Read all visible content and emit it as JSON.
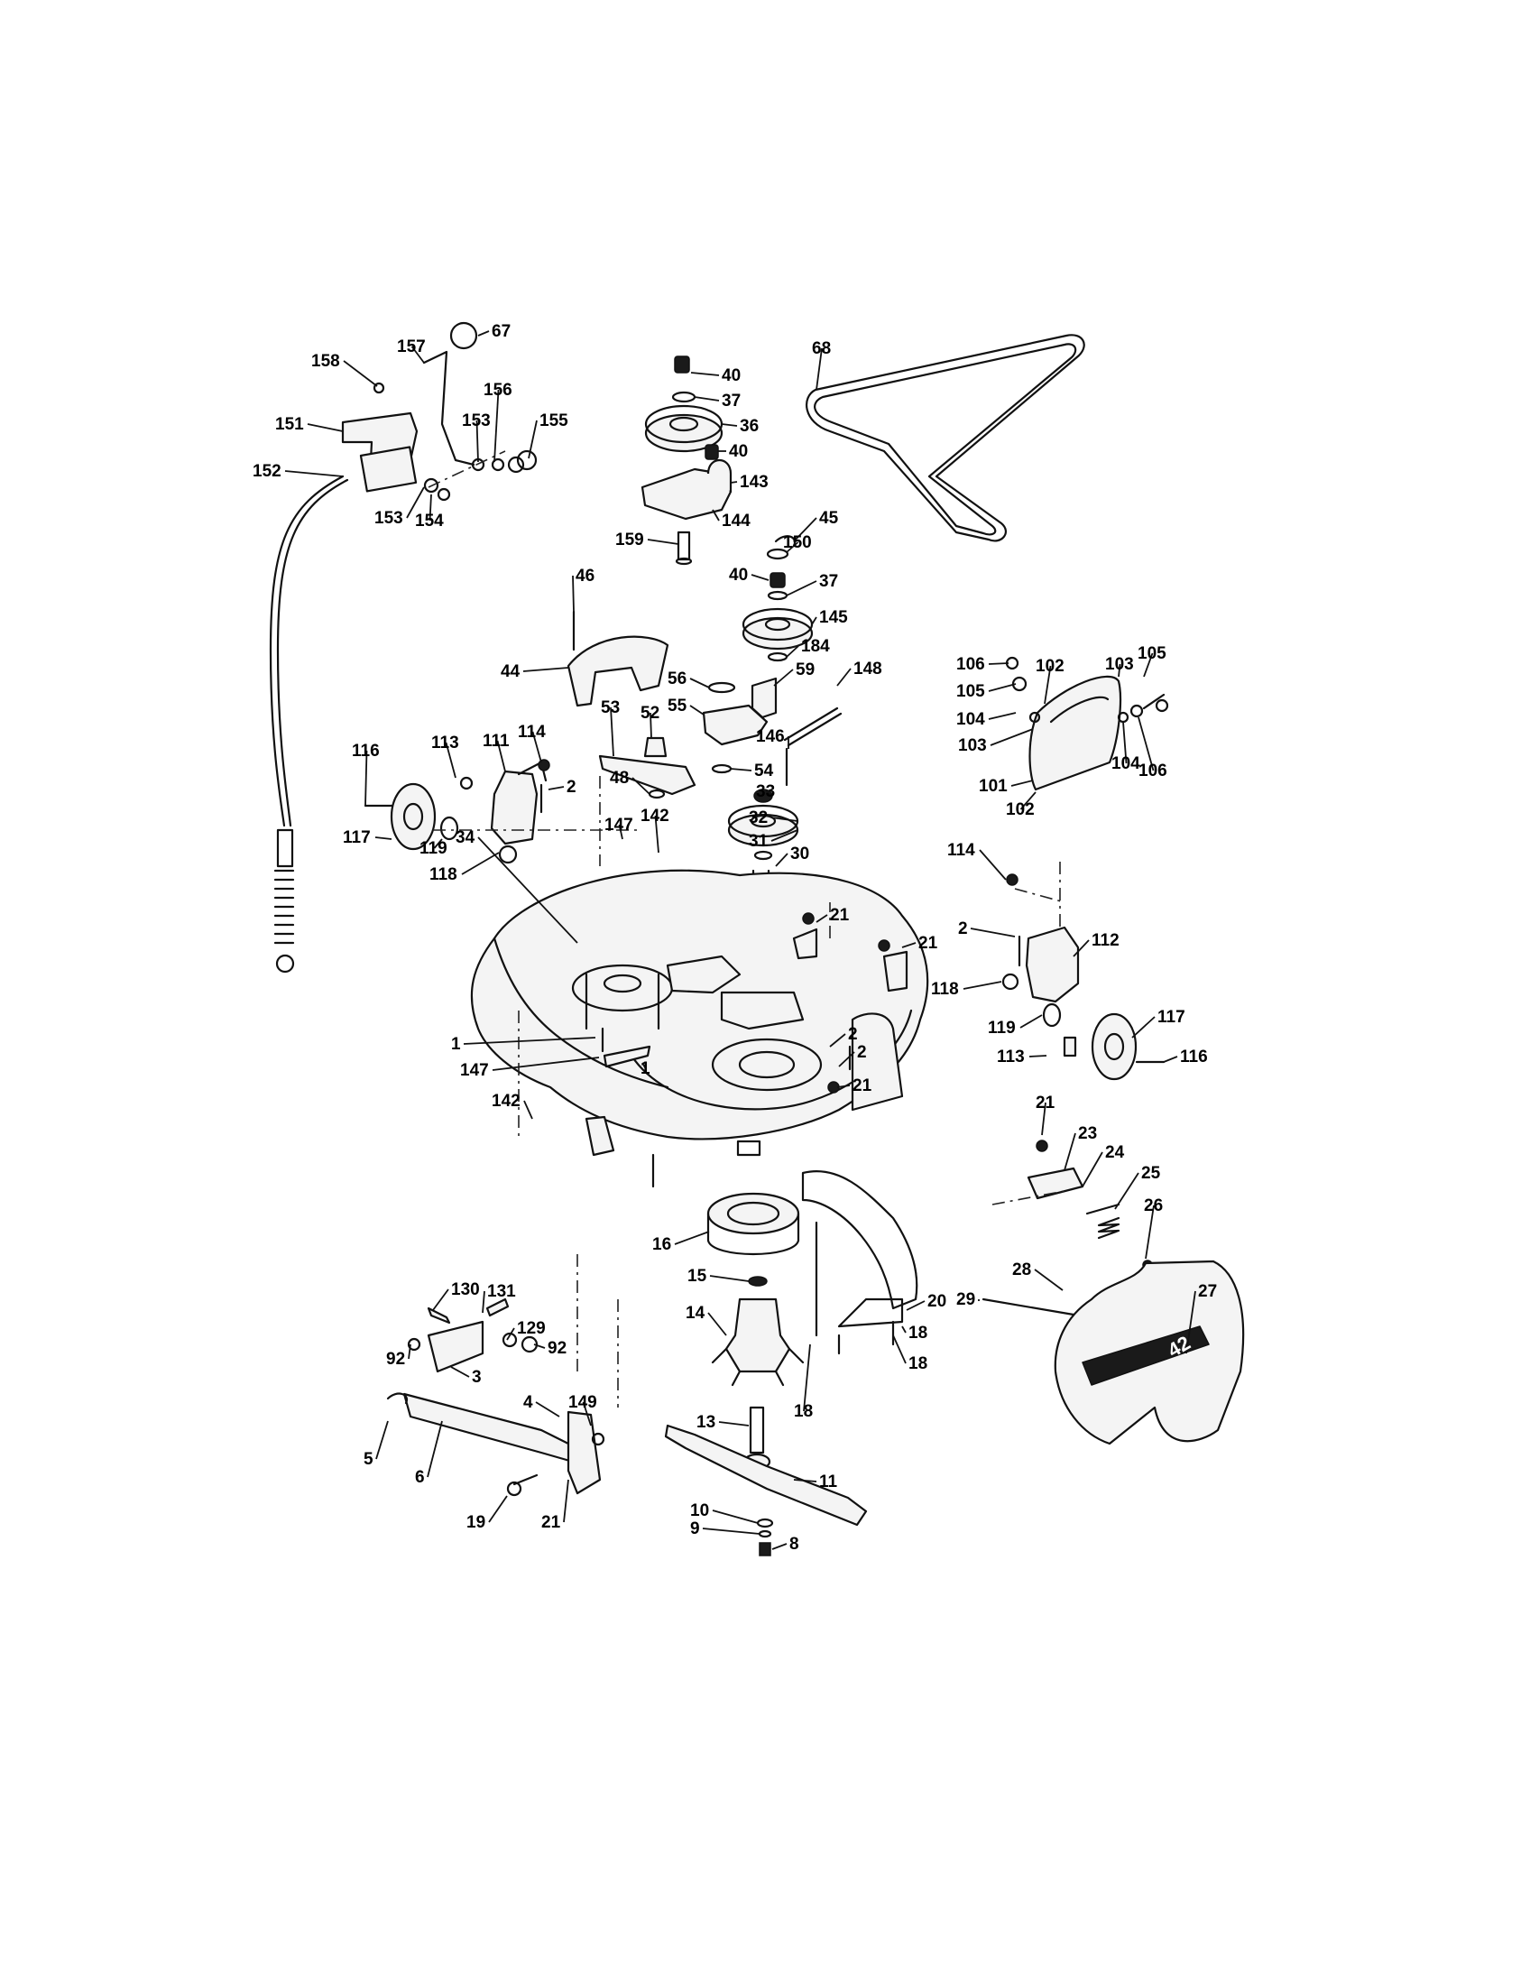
{
  "callouts": [
    "67",
    "157",
    "158",
    "151",
    "152",
    "153",
    "154",
    "156",
    "153",
    "155",
    "40",
    "37",
    "36",
    "40",
    "143",
    "144",
    "159",
    "68",
    "45",
    "150",
    "40",
    "37",
    "145",
    "184",
    "59",
    "148",
    "56",
    "55",
    "146",
    "54",
    "33",
    "32",
    "31",
    "30",
    "46",
    "44",
    "53",
    "52",
    "48",
    "116",
    "113",
    "111",
    "114",
    "2",
    "117",
    "119",
    "118",
    "147",
    "142",
    "106",
    "105",
    "102",
    "103",
    "105",
    "104",
    "103",
    "104",
    "106",
    "101",
    "102",
    "34",
    "1",
    "147",
    "1",
    "142",
    "21",
    "21",
    "2",
    "21",
    "2",
    "114",
    "2",
    "112",
    "118",
    "119",
    "117",
    "113",
    "116",
    "16",
    "15",
    "14",
    "13",
    "11",
    "10",
    "9",
    "8",
    "18",
    "18",
    "20",
    "18",
    "21",
    "23",
    "24",
    "25",
    "26",
    "28",
    "29",
    "27",
    "130",
    "131",
    "129",
    "92",
    "92",
    "3",
    "4",
    "149",
    "5",
    "6",
    "19",
    "21"
  ],
  "badge_text": "42"
}
